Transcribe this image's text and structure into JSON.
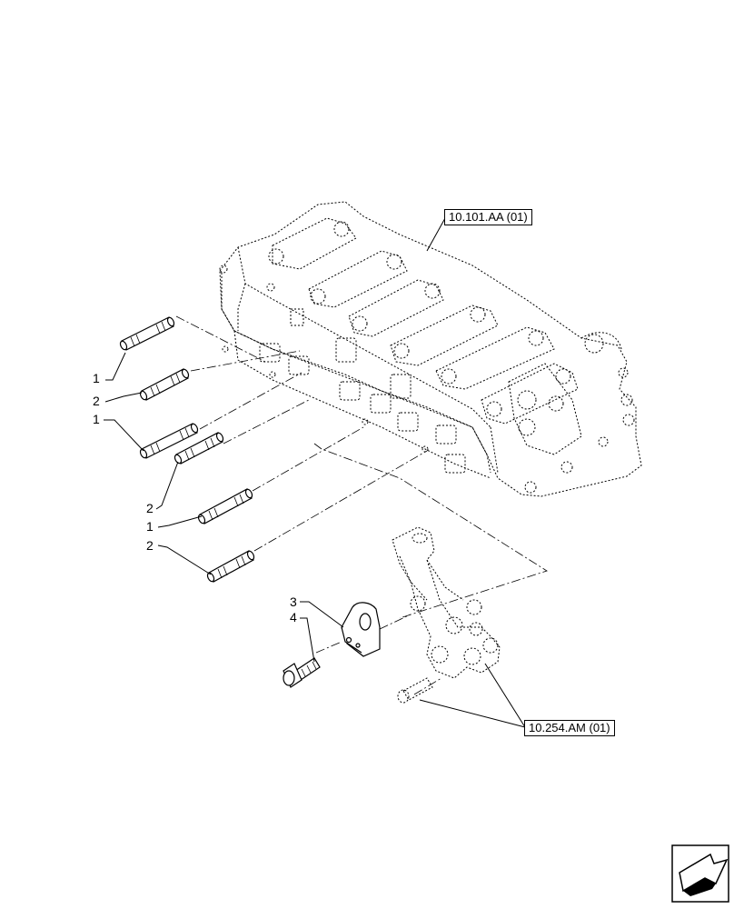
{
  "callouts": {
    "c1a": "1",
    "c2a": "2",
    "c1b": "1",
    "c2b": "2",
    "c1c": "1",
    "c2c": "2",
    "c3": "3",
    "c4": "4"
  },
  "references": {
    "cylinder_head": "10.101.AA (01)",
    "bracket_assembly": "10.254.AM (01)"
  },
  "nav_icon": "forward-arrow-icon"
}
